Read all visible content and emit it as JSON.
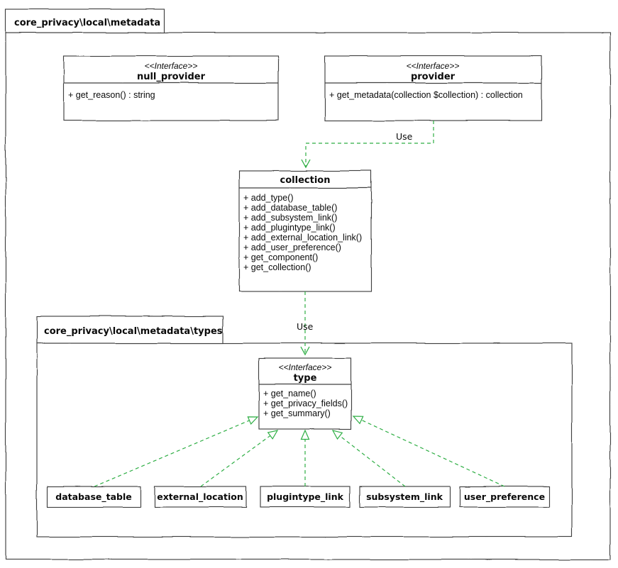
{
  "diagram": {
    "outer_package": {
      "title": "core_privacy\\local\\metadata"
    },
    "inner_package": {
      "title": "core_privacy\\local\\metadata\\types"
    },
    "classes": {
      "null_provider": {
        "stereotype": "<<Interface>>",
        "name": "null_provider",
        "methods": [
          "+ get_reason() : string"
        ]
      },
      "provider": {
        "stereotype": "<<Interface>>",
        "name": "provider",
        "methods": [
          "+ get_metadata(collection $collection) : collection"
        ]
      },
      "collection": {
        "name": "collection",
        "methods": [
          "+ add_type()",
          "+ add_database_table()",
          "+ add_subsystem_link()",
          "+ add_plugintype_link()",
          "+ add_external_location_link()",
          "+ add_user_preference()",
          "+ get_component()",
          "+ get_collection()"
        ]
      },
      "type": {
        "stereotype": "<<Interface>>",
        "name": "type",
        "methods": [
          "+ get_name()",
          "+ get_privacy_fields()",
          "+ get_summary()"
        ]
      },
      "database_table": {
        "name": "database_table"
      },
      "external_location": {
        "name": "external_location"
      },
      "plugintype_link": {
        "name": "plugintype_link"
      },
      "subsystem_link": {
        "name": "subsystem_link"
      },
      "user_preference": {
        "name": "user_preference"
      }
    },
    "edges": {
      "provider_to_collection": {
        "label": "Use",
        "type": "dependency"
      },
      "collection_to_type": {
        "label": "Use",
        "type": "dependency"
      },
      "realizations": [
        "database_table -> type",
        "external_location -> type",
        "plugintype_link -> type",
        "subsystem_link -> type",
        "user_preference -> type"
      ]
    },
    "colors": {
      "edge_green": "#2eae44",
      "line": "#3f3f3f",
      "text": "#0a0a0a",
      "background": "#ffffff"
    }
  }
}
